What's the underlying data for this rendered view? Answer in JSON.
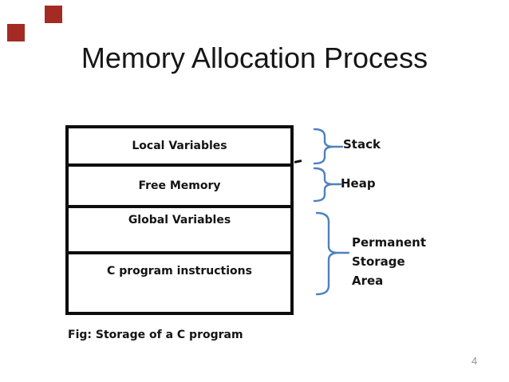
{
  "slide": {
    "title": "Memory Allocation Process",
    "caption": "Fig: Storage of a C program",
    "page_number": "4"
  },
  "diagram": {
    "rows": [
      {
        "label": "Local Variables"
      },
      {
        "label": "Free Memory"
      },
      {
        "label": "Global Variables"
      },
      {
        "label": "C program instructions"
      }
    ],
    "annotations": {
      "stack": "Stack",
      "heap": "Heap",
      "permanent": {
        "lines": [
          "Permanent",
          "Storage",
          "Area"
        ]
      }
    }
  },
  "colors": {
    "background": "#ffffff",
    "box_border": "#0d0d0d",
    "label_text": "#141414",
    "title_text": "#161616",
    "brace_blue": "#4f81bd",
    "decor_red": "#a32b24",
    "page_number_gray": "#949494"
  }
}
